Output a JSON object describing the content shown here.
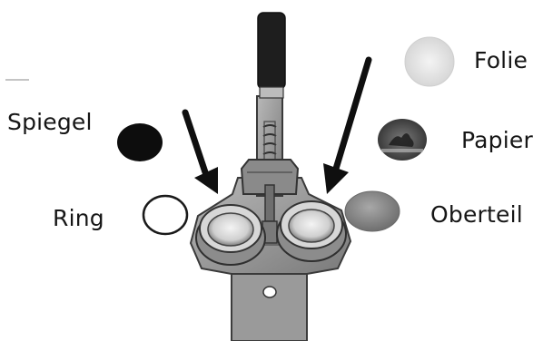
{
  "labels": {
    "spiegel": "Spiegel",
    "ring": "Ring",
    "folie": "Folie",
    "papier": "Papier",
    "oberteil": "Oberteil"
  },
  "colors": {
    "press_metal": "#8f8f8f",
    "press_dark": "#5c5c5c",
    "handle": "#1e1e1e",
    "spiegel_disc": "#0d0d0d",
    "oberteil_disc": "#8a8a8a",
    "folie_disc": "#e6e6e6"
  }
}
